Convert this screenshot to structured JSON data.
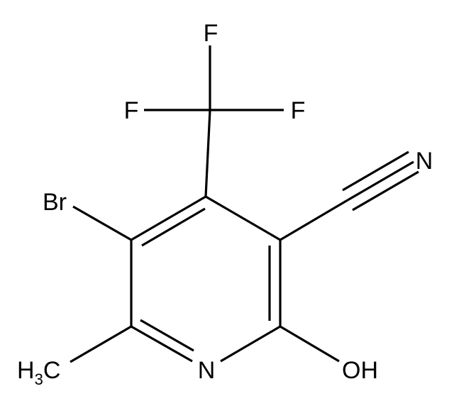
{
  "molecule": {
    "atoms": {
      "f_top": "F",
      "f_left": "F",
      "f_right": "F",
      "n_nitrile": "N",
      "br": "Br",
      "ring_n": "N",
      "hydroxyl": "OH",
      "methyl_h": "H",
      "methyl_sub": "3",
      "methyl_c": "C"
    }
  }
}
